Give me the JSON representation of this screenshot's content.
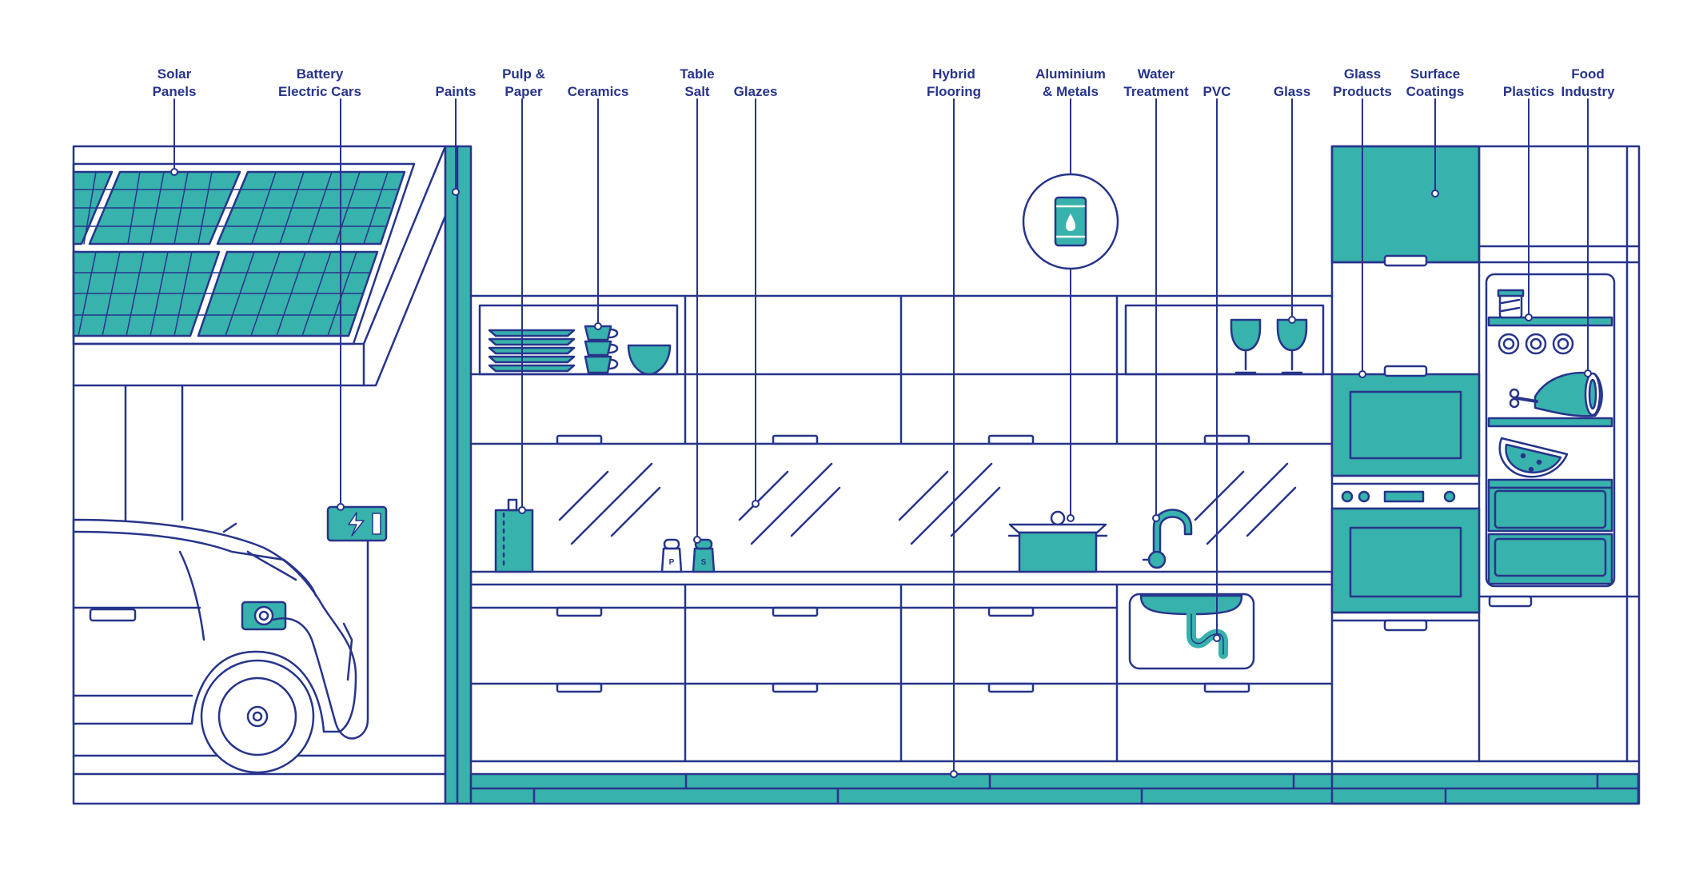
{
  "colors": {
    "line": "#27348b",
    "teal": "#38b2ac",
    "background": "#ffffff"
  },
  "labels": [
    {
      "id": "solar-panels",
      "lines": [
        "Solar",
        "Panels"
      ]
    },
    {
      "id": "battery-electric-cars",
      "lines": [
        "Battery",
        "Electric Cars"
      ]
    },
    {
      "id": "paints",
      "lines": [
        "Paints"
      ]
    },
    {
      "id": "pulp-paper",
      "lines": [
        "Pulp &",
        "Paper"
      ]
    },
    {
      "id": "ceramics",
      "lines": [
        "Ceramics"
      ]
    },
    {
      "id": "table-salt",
      "lines": [
        "Table",
        "Salt"
      ]
    },
    {
      "id": "glazes",
      "lines": [
        "Glazes"
      ]
    },
    {
      "id": "hybrid-flooring",
      "lines": [
        "Hybrid",
        "Flooring"
      ]
    },
    {
      "id": "aluminium-metals",
      "lines": [
        "Aluminium",
        "& Metals"
      ]
    },
    {
      "id": "water-treatment",
      "lines": [
        "Water",
        "Treatment"
      ]
    },
    {
      "id": "pvc",
      "lines": [
        "PVC"
      ]
    },
    {
      "id": "glass",
      "lines": [
        "Glass"
      ]
    },
    {
      "id": "glass-products",
      "lines": [
        "Glass",
        "Products"
      ]
    },
    {
      "id": "surface-coatings",
      "lines": [
        "Surface",
        "Coatings"
      ]
    },
    {
      "id": "plastics",
      "lines": [
        "Plastics"
      ]
    },
    {
      "id": "food-industry",
      "lines": [
        "Food",
        "Industry"
      ]
    }
  ],
  "shakers": {
    "pepper": "P",
    "salt": "S"
  }
}
